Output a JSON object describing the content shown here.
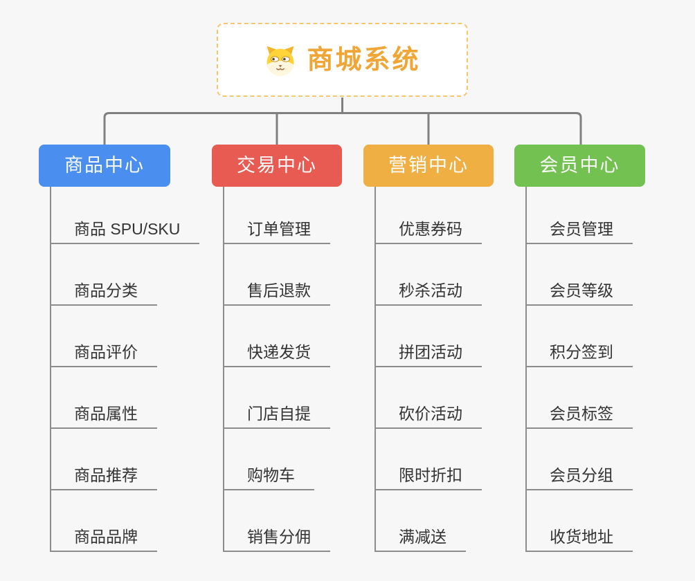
{
  "page": {
    "background_color": "#F7F7F7",
    "connector_color": "#808080",
    "leaf_line_color": "#8C8C8C"
  },
  "root": {
    "title": "商城系统",
    "icon": "dog-face-icon",
    "title_color": "#F0A637",
    "border_color": "#F6C66E"
  },
  "branches": [
    {
      "label": "商品中心",
      "color": "#4A8FF0",
      "children": [
        "商品 SPU/SKU",
        "商品分类",
        "商品评价",
        "商品属性",
        "商品推荐",
        "商品品牌"
      ]
    },
    {
      "label": "交易中心",
      "color": "#E85B53",
      "children": [
        "订单管理",
        "售后退款",
        "快递发货",
        "门店自提",
        "购物车",
        "销售分佣"
      ]
    },
    {
      "label": "营销中心",
      "color": "#EFAF42",
      "children": [
        "优惠券码",
        "秒杀活动",
        "拼团活动",
        "砍价活动",
        "限时折扣",
        "满减送"
      ]
    },
    {
      "label": "会员中心",
      "color": "#73C150",
      "children": [
        "会员管理",
        "会员等级",
        "积分签到",
        "会员标签",
        "会员分组",
        "收货地址"
      ]
    }
  ]
}
